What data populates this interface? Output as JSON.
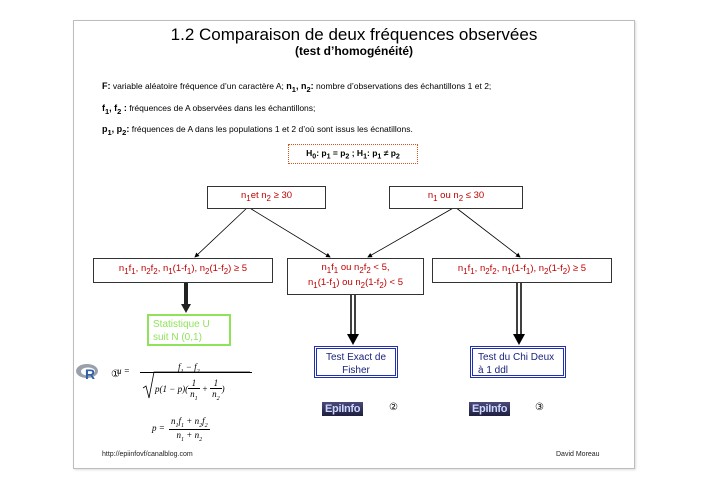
{
  "slide": {
    "title": "1.2 Comparaison de deux fréquences observées",
    "subtitle": "(test d’homogénéité)"
  },
  "definitions": {
    "line1": {
      "F": "F:",
      "text_a": " variable aléatoire fréquence d’un caractère A; ",
      "n1n2": "n",
      "text_b": " nombre d’observations des échantillons 1 et 2;"
    },
    "line2": {
      "label": "f",
      "text": " fréquences de A observées dans les échantillons;"
    },
    "line3": {
      "label": "p",
      "text": " fréquences de A dans les populations 1 et 2 d’où sont issus les écnatillons."
    }
  },
  "hypothesis": "H0: p1 = p2 ; H1: p1 ≠ p2",
  "flow": {
    "top_left": "n1et n2 ≥ 30",
    "top_right": "n1 ou n2 ≤ 30",
    "mid_left": "n1f1, n2f2, n1(1-f1), n2(1-f2) ≥ 5",
    "mid_center_1": "n1f1 ou n2f2 < 5,",
    "mid_center_2": "n1(1-f1) ou n2(1-f2) < 5",
    "mid_right": "n1f1, n2f2, n1(1-f1), n2(1-f2) ≥ 5",
    "result_left_1": "Statistique U",
    "result_left_2": "suit N (0,1)",
    "result_center_1": "Test Exact de",
    "result_center_2": "Fisher",
    "result_right_1": "Test du Chi Deux",
    "result_right_2": "à 1 ddl"
  },
  "software": {
    "r_marker": "①",
    "epi_label": "EpiInfo",
    "epi_marker_2": "②",
    "epi_marker_3": "③"
  },
  "formulas": {
    "u_lhs": "u =",
    "u_num": "f1 − f2",
    "p_lhs": "p =",
    "p_num": "n1 f1 + n2 f2",
    "p_den": "n1 + n2"
  },
  "footer": {
    "left": "http://epiinfovf/canalblog.com",
    "right": "David Moreau"
  }
}
